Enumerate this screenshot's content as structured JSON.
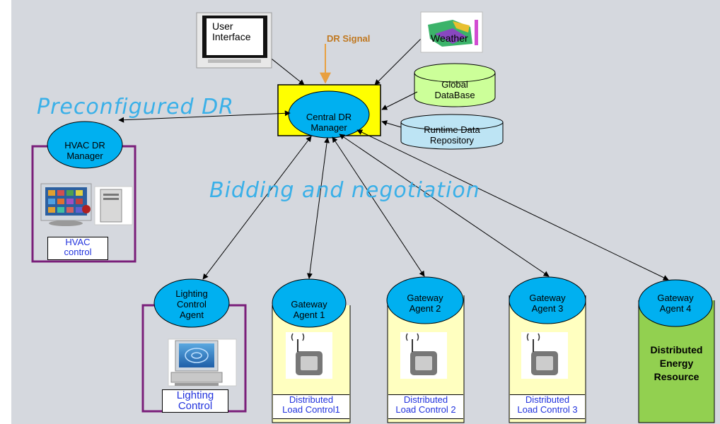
{
  "diagram": {
    "user_interface": "User\nInterface",
    "weather": "Weather",
    "dr_signal": "DR Signal",
    "central_manager": "Central DR\nManager",
    "global_database": "Global\nDataBase",
    "runtime_repo": "Runtime Data\nRepository",
    "preconfigured_dr": "Preconfigured DR",
    "bidding": "Bidding and negotiation",
    "hvac_manager": "HVAC DR\nManager",
    "hvac_control": "HVAC\ncontrol",
    "lighting_agent": "Lighting\nControl\nAgent",
    "lighting_control": "Lighting\nControl",
    "gateway1": "Gateway\nAgent 1",
    "gateway2": "Gateway\nAgent 2",
    "gateway3": "Gateway\nAgent 3",
    "gateway4": "Gateway\nAgent 4",
    "dlc1": "Distributed\nLoad Control1",
    "dlc2": "Distributed\nLoad Control 2",
    "dlc3": "Distributed\nLoad Control 3",
    "der": "Distributed\nEnergy\nResource"
  },
  "colors": {
    "background": "#d5d8de",
    "ellipse_fill": "#00b0f0",
    "central_box": "#ffff00",
    "cylinder_yellow": "#ffffc0",
    "cylinder_green": "#92d050",
    "global_db": "#ccff99",
    "runtime_db": "#bde4f4",
    "frame_purple": "#7a1f7a",
    "script_blue": "#3ab0e8",
    "dr_signal": "#c07820"
  }
}
